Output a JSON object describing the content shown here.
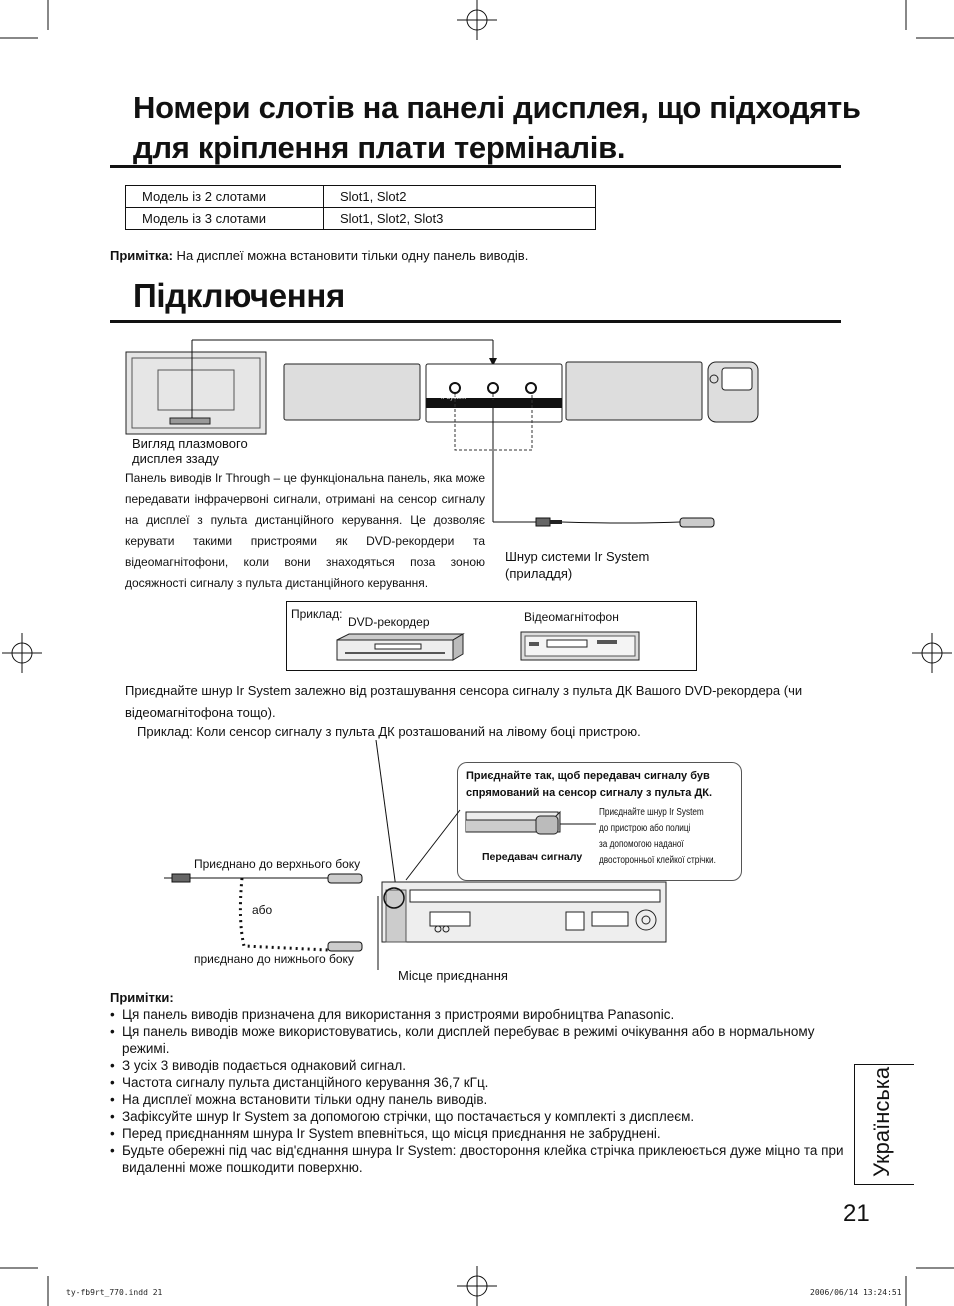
{
  "section1": {
    "title_line1": "Номери слотів на панелі дисплея, що підходять",
    "title_line2": "для кріплення плати терміналів."
  },
  "slot_table": [
    {
      "model": "Модель із 2 слотами",
      "slots": "Slot1, Slot2"
    },
    {
      "model": "Модель із 3 слотами",
      "slots": "Slot1, Slot2, Slot3"
    }
  ],
  "note": {
    "label": "Примітка:",
    "text": " На дисплеї можна встановити тільки одну панель виводів."
  },
  "section2": {
    "title": "Підключення"
  },
  "diagram1": {
    "rear_view_caption_1": "Вигляд плазмового",
    "rear_view_caption_2": "дисплея ззаду",
    "panel_label": "Ir System",
    "description": "Панель виводів Ir Through – це функціональна панель, яка може передавати інфрачервоні сигнали, отримані на сенсор сигналу на дисплеї з пульта дистанційного керування. Це дозволяє керувати такими пристроями як DVD-рекордери та відеомагнітофони, коли вони знаходяться поза зоною досяжності сигналу з пульта дистанційного керування.",
    "cable_caption_1": "Шнур системи Ir System",
    "cable_caption_2": "(приладдя)"
  },
  "example_box": {
    "label": "Приклад:",
    "dvd": "DVD-рекордер",
    "vcr": "Відеомагнітофон"
  },
  "connect_text": "Приєднайте шнур Ir System залежно від розташування сенсора сигналу з пульта ДК Вашого DVD-рекордера (чи відеомагнітофона тощо).",
  "example_text": "Приклад: Коли сенсор сигналу з пульта ДК розташований на лівому боці пристрою.",
  "diagram2": {
    "callout_title_1": "Приєднайте так, щоб передавач сигналу був",
    "callout_title_2": "спрямований на сенсор сигналу з пульта ДК.",
    "transmitter": "Передавач сигналу",
    "side_1": "Приєднайте шнур Ir System",
    "side_2": "до пристрою або полиці",
    "side_3": "за допомогою наданої",
    "side_4": "двосторонньої клейкої стрічки.",
    "attach_top": "Приєднано до верхнього боку",
    "or": "або",
    "attach_bottom": "приєднано до нижнього боку",
    "attach_place": "Місце приєднання"
  },
  "notes": {
    "title": "Примітки:",
    "items": [
      "Ця панель виводів призначена для використання з пристроями виробництва Panasonic.",
      "Ця панель виводів може використовуватись, коли дисплей перебуває в режимі очікування або в нормальному режимі.",
      "З усіх 3 виводів подається однаковий сигнал.",
      "Частота сигналу пульта дистанційного керування 36,7 кГц.",
      "На дисплеї можна встановити тільки одну панель виводів.",
      "Зафіксуйте шнур Ir System за допомогою стрічки, що постачається у комплекті з дисплеєм.",
      "Перед приєднанням шнура Ir System впевніться, що місця приєднання не забруднені.",
      "Будьте обережні під час від'єднання шнура Ir System: двостороння клейка стрічка приклеюється дуже міцно та при видаленні може пошкодити поверхню."
    ]
  },
  "side_tab": "Українська",
  "page_number": "21",
  "footer": {
    "left": "ty-fb9rt_770.indd  21",
    "right": "2006/06/14  13:24:51"
  }
}
